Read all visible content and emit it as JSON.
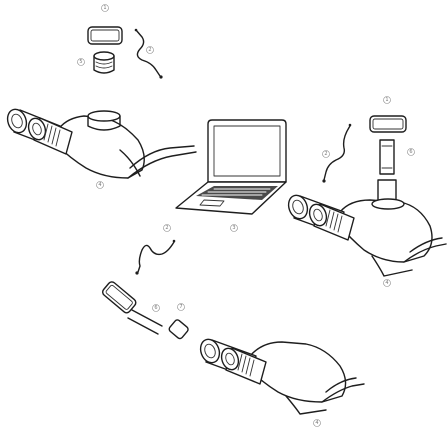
{
  "labels": {
    "camera": "1",
    "cable": "2",
    "laptop": "3",
    "microscope": "4",
    "adapter": "5",
    "relay_lens": "6",
    "ring": "7"
  }
}
